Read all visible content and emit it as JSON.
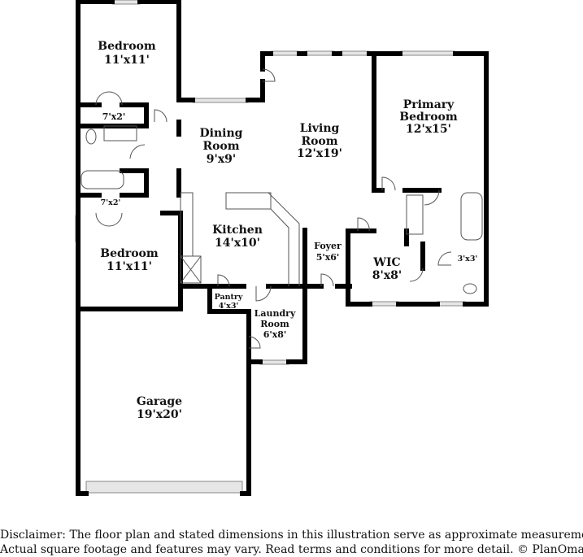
{
  "rooms": {
    "bedroom_top": {
      "name": "Bedroom",
      "dims": "11'x11'"
    },
    "closet_top": {
      "dims": "7'x2'"
    },
    "closet_bottom": {
      "dims": "7'x2'"
    },
    "bedroom_bottom": {
      "name": "Bedroom",
      "dims": "11'x11'"
    },
    "dining": {
      "name1": "Dining",
      "name2": "Room",
      "dims": "9'x9'"
    },
    "living": {
      "name1": "Living",
      "name2": "Room",
      "dims": "12'x19'"
    },
    "primary": {
      "name1": "Primary",
      "name2": "Bedroom",
      "dims": "12'x15'"
    },
    "kitchen": {
      "name": "Kitchen",
      "dims": "14'x10'"
    },
    "foyer": {
      "name": "Foyer",
      "dims": "5'x6'"
    },
    "wic": {
      "name": "WIC",
      "dims": "8'x8'"
    },
    "wc": {
      "dims": "3'x3'"
    },
    "pantry": {
      "name": "Pantry",
      "dims": "4'x3'"
    },
    "laundry": {
      "name1": "Laundry",
      "name2": "Room",
      "dims": "6'x8'"
    },
    "garage": {
      "name": "Garage",
      "dims": "19'x20'"
    }
  },
  "disclaimer": {
    "line1": "Disclaimer: The floor plan and stated dimensions in this illustration serve as approximate measurements.",
    "line2": "Actual square footage and features may vary. Read terms and conditions for more detail. © PlanOmatic"
  }
}
